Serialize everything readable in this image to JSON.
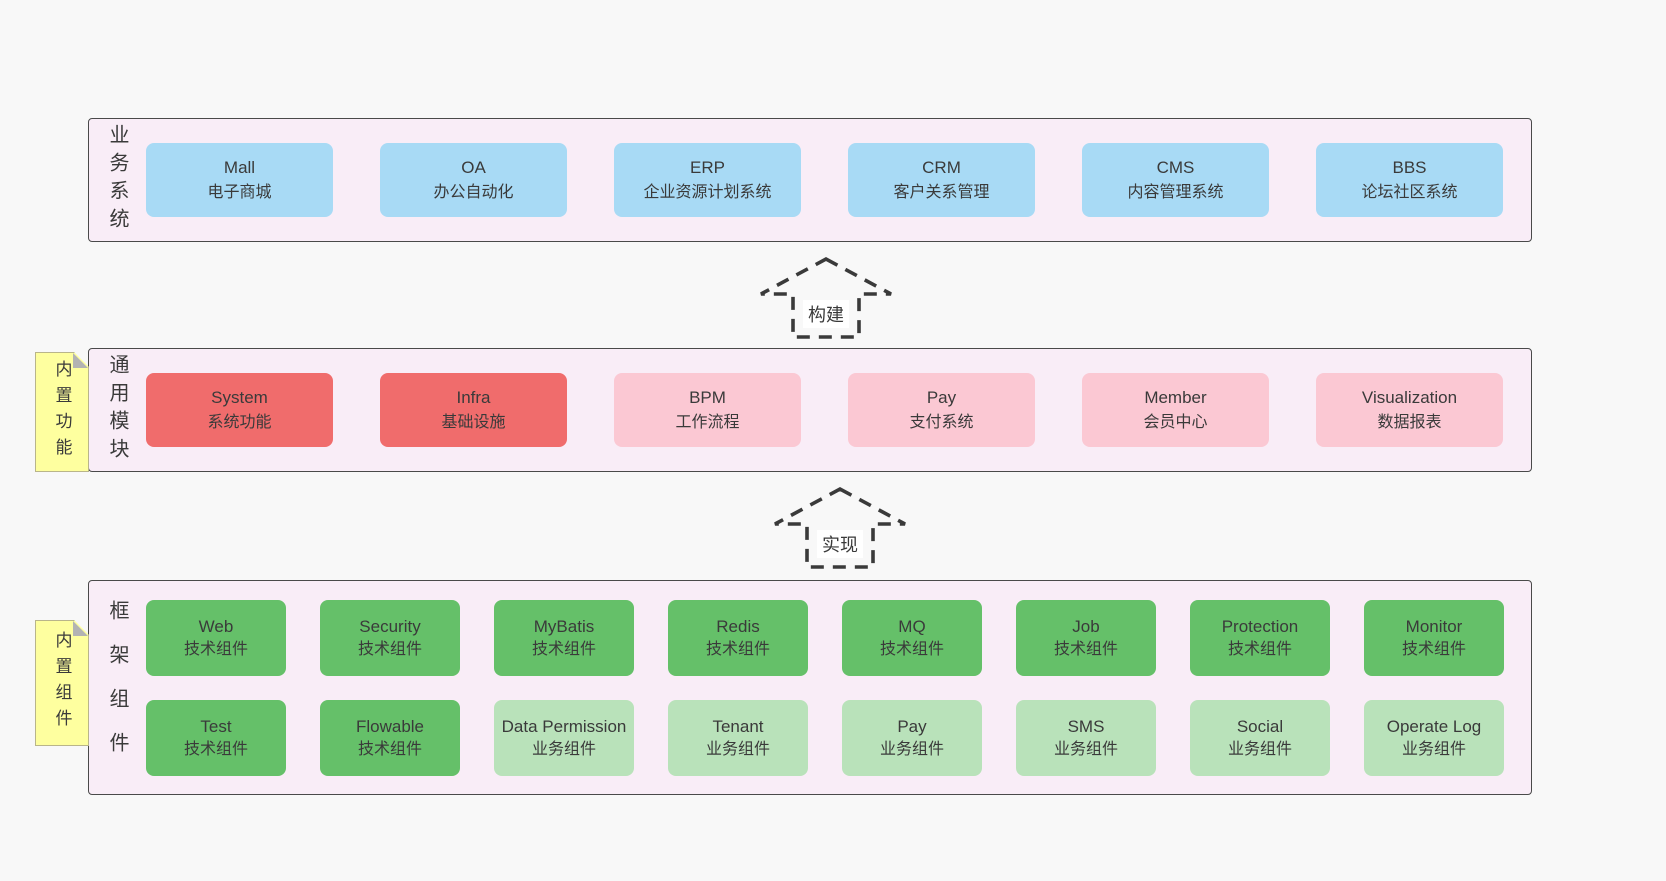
{
  "colors": {
    "page_bg": "#f8f8f8",
    "panel_bg": "#f9edf7",
    "panel_border": "#4a4a4a",
    "blue": "#a8daf5",
    "red": "#f06c6c",
    "pink": "#fbc8d3",
    "green": "#65c069",
    "green_light": "#b9e2ba",
    "note_yellow": "#feff9f",
    "note_fold": "#b3b3b3",
    "text": "#3a3a3a",
    "arrow": "#3a3a3a"
  },
  "arrows": [
    {
      "label": "构建"
    },
    {
      "label": "实现"
    }
  ],
  "layers": {
    "business": {
      "label": "业务系统",
      "boxes": [
        {
          "name": "Mall",
          "desc": "电子商城"
        },
        {
          "name": "OA",
          "desc": "办公自动化"
        },
        {
          "name": "ERP",
          "desc": "企业资源计划系统"
        },
        {
          "name": "CRM",
          "desc": "客户关系管理"
        },
        {
          "name": "CMS",
          "desc": "内容管理系统"
        },
        {
          "name": "BBS",
          "desc": "论坛社区系统"
        }
      ]
    },
    "modules": {
      "label": "通用模块",
      "note": "内置功能",
      "boxes": [
        {
          "name": "System",
          "desc": "系统功能"
        },
        {
          "name": "Infra",
          "desc": "基础设施"
        },
        {
          "name": "BPM",
          "desc": "工作流程"
        },
        {
          "name": "Pay",
          "desc": "支付系统"
        },
        {
          "name": "Member",
          "desc": "会员中心"
        },
        {
          "name": "Visualization",
          "desc": "数据报表"
        }
      ]
    },
    "components": {
      "label": "框架组件",
      "note": "内置组件",
      "row1": [
        {
          "name": "Web",
          "desc": "技术组件"
        },
        {
          "name": "Security",
          "desc": "技术组件"
        },
        {
          "name": "MyBatis",
          "desc": "技术组件"
        },
        {
          "name": "Redis",
          "desc": "技术组件"
        },
        {
          "name": "MQ",
          "desc": "技术组件"
        },
        {
          "name": "Job",
          "desc": "技术组件"
        },
        {
          "name": "Protection",
          "desc": "技术组件"
        },
        {
          "name": "Monitor",
          "desc": "技术组件"
        }
      ],
      "row2": [
        {
          "name": "Test",
          "desc": "技术组件"
        },
        {
          "name": "Flowable",
          "desc": "技术组件"
        },
        {
          "name": "Data Permission",
          "desc": "业务组件"
        },
        {
          "name": "Tenant",
          "desc": "业务组件"
        },
        {
          "name": "Pay",
          "desc": "业务组件"
        },
        {
          "name": "SMS",
          "desc": "业务组件"
        },
        {
          "name": "Social",
          "desc": "业务组件"
        },
        {
          "name": "Operate Log",
          "desc": "业务组件"
        }
      ]
    }
  }
}
